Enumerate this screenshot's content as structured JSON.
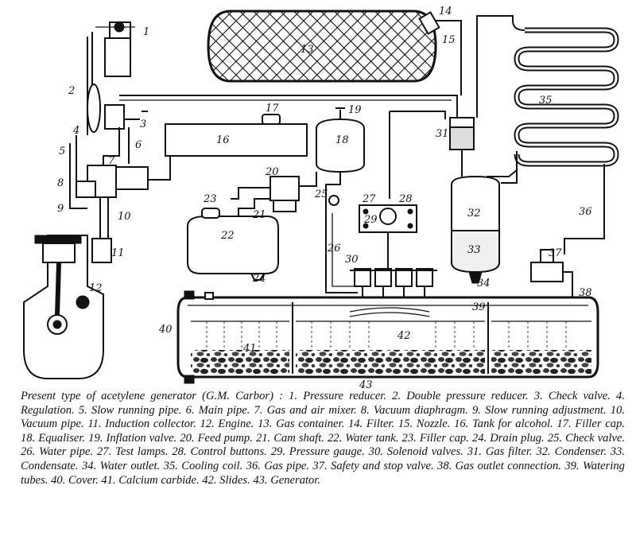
{
  "caption": {
    "intro": "Present type of acetylene generator (G.M. Carbor) :",
    "items": [
      "1. Pressure reducer.",
      "2. Double pressure reducer.",
      "3. Check valve.",
      "4. Regulation.",
      "5. Slow running pipe.",
      "6. Main pipe.",
      "7. Gas and air mixer.",
      "8. Vacuum diaphragm.",
      "9. Slow running adjustment.",
      "10. Vacuum pipe.",
      "11. Induction collector.",
      "12. Engine.",
      "13. Gas container.",
      "14. Filter.",
      "15. Nozzle.",
      "16. Tank for alcohol.",
      "17. Filler cap.",
      "18. Equaliser.",
      "19. Inflation valve.",
      "20. Feed pump.",
      "21. Cam shaft.",
      "22. Water tank.",
      "23. Filler cap.",
      "24. Drain plug.",
      "25. Check valve.",
      "26. Water pipe.",
      "27. Test lamps.",
      "28. Control buttons.",
      "29. Pressure gauge.",
      "30. Solenoid valves.",
      "31. Gas filter.",
      "32. Condenser.",
      "33. Condensate.",
      "34. Water outlet.",
      "35. Cooling coil.",
      "36. Gas pipe.",
      "37. Safety and stop valve.",
      "38. Gas outlet connection.",
      "39. Watering tubes.",
      "40. Cover.",
      "41. Calcium carbide.",
      "42. Slides.",
      "43. Generator."
    ]
  },
  "labels": {
    "n1": "1",
    "n2": "2",
    "n3": "3",
    "n4": "4",
    "n5": "5",
    "n6": "6",
    "n7": "7",
    "n8": "8",
    "n9": "9",
    "n10": "10",
    "n11": "11",
    "n12": "12",
    "n13": "13",
    "n14": "14",
    "n15": "15",
    "n16": "16",
    "n17": "17",
    "n18": "18",
    "n19": "19",
    "n20": "20",
    "n21": "21",
    "n22": "22",
    "n23": "23",
    "n24": "24",
    "n25": "25",
    "n26": "26",
    "n27": "27",
    "n28": "28",
    "n29": "29",
    "n30": "30",
    "n31": "31",
    "n32": "32",
    "n33": "33",
    "n34": "34",
    "n35": "35",
    "n36": "36",
    "n37": "37",
    "n38": "38",
    "n39": "39",
    "n40": "40",
    "n41": "41",
    "n42": "42",
    "n43": "43"
  }
}
